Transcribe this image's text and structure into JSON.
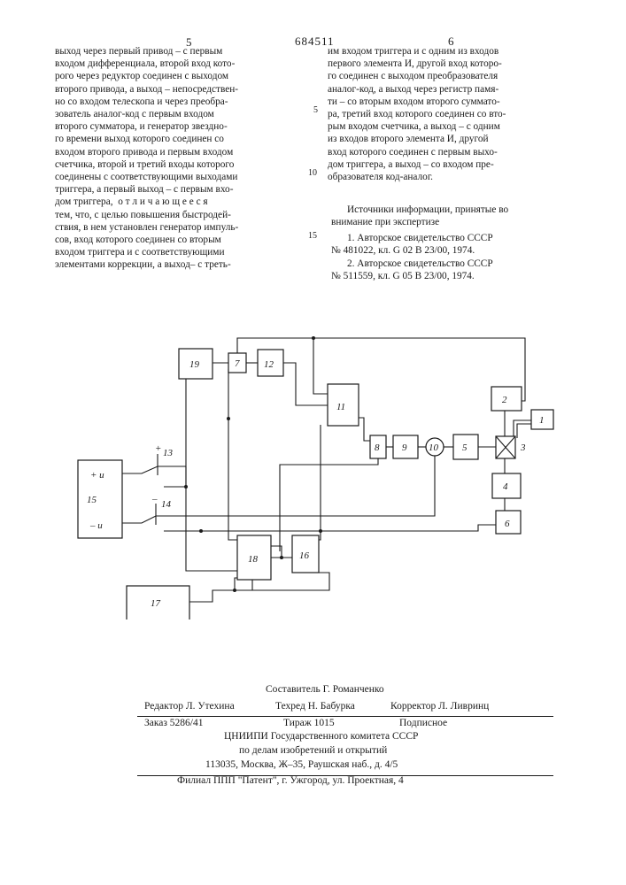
{
  "header": {
    "page_left": "5",
    "patent_number": "684511",
    "page_right": "6"
  },
  "left_column": [
    "выход через первый привод – с первым",
    "входом дифференциала, второй вход кото-",
    "рого через редуктор соединен с выходом",
    "второго привода, а выход – непосредствен-",
    "но со входом телескопа и через преобра-",
    "зователь аналог-код с первым входом",
    "второго сумматора, и генератор звездно-",
    "го времени выход которого соединен со",
    "входом второго привода и первым входом",
    "счетчика, второй и третий входы которого",
    "соединены с соответствующими выходами",
    "триггера, а первый выход – с первым вхо-",
    "дом триггера,  о т л и ч а ю щ е е с я",
    "тем, что, с целью повышения быстродей-",
    "ствия, в нем установлен генератор импуль-",
    "сов, вход которого соединен со вторым",
    "входом триггера и с соответствующими",
    "элементами коррекции, а выход– с треть-"
  ],
  "line_numbers": [
    "5",
    "10",
    "15"
  ],
  "right_column": [
    "им входом триггера и с одним из входов",
    "первого элемента И, другой вход которо-",
    "го соединен с выходом преобразователя",
    "аналог-код, а выход через регистр памя-",
    "ти – со вторым входом второго суммато-",
    "ра, третий вход которого соединен со вто-",
    "рым входом счетчика, а выход – с одним",
    "из входов второго элемента И, другой",
    "вход которого соединен с первым выхо-",
    "дом триггера, а выход – со входом пре-",
    "образователя код-аналог."
  ],
  "sources": {
    "heading_1": "Источники информации, принятые во",
    "heading_2": "внимание при экспертизе",
    "ref1_a": "1. Авторское свидетельство СССР",
    "ref1_b": "№ 481022, кл. G 02 В 23/00, 1974.",
    "ref2_a": "2. Авторское свидетельство СССР",
    "ref2_b": "№ 511559, кл. G 05 В 23/00, 1974."
  },
  "diagram": {
    "blocks": [
      "1",
      "2",
      "4",
      "5",
      "6",
      "7",
      "8",
      "9",
      "10",
      "11",
      "12",
      "15",
      "16",
      "17",
      "18",
      "19"
    ],
    "labels": {
      "diff": "3",
      "sw_top": "13",
      "sw_bottom": "14",
      "plus_13": "+",
      "minus_14": "–",
      "plus_u": "+ u",
      "minus_u": "– u"
    }
  },
  "imprint": {
    "compiler": "Составитель Г. Романченко",
    "editor": "Редактор Л. Утехина",
    "techred": "Техред Н. Бабурка",
    "corrector": "Корректор Л. Ливринц",
    "order": "Заказ 5286/41",
    "circulation": "Тираж 1015",
    "subscription": "Подписное",
    "org_1": "ЦНИИПИ Государственного комитета СССР",
    "org_2": "по делам изобретений и открытий",
    "address": "113035, Москва, Ж–35, Раушская наб., д. 4/5",
    "branch": "Филиал ППП \"Патент\", г. Ужгород, ул. Проектная, 4"
  }
}
